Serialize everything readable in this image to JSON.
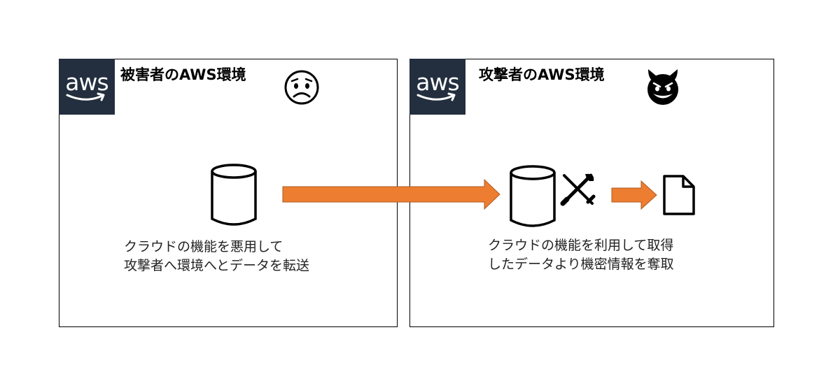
{
  "victim_panel": {
    "logo_text": "aws",
    "title": "被害者のAWS環境",
    "caption_line1": "クラウドの機能を悪用して",
    "caption_line2": "攻撃者へ環境へとデータを転送",
    "icons": [
      "aws-logo",
      "worried-face-icon",
      "database-icon"
    ]
  },
  "attacker_panel": {
    "logo_text": "aws",
    "title": "攻撃者のAWS環境",
    "caption_line1": "クラウドの機能を利用して取得",
    "caption_line2": "したデータより機密情報を奪取",
    "icons": [
      "aws-logo",
      "devil-face-icon",
      "database-icon",
      "tools-icon",
      "document-icon"
    ]
  },
  "colors": {
    "arrow": "#ed7d31",
    "aws_logo_bg": "#232f3e",
    "aws_smile": "#ff9900"
  }
}
